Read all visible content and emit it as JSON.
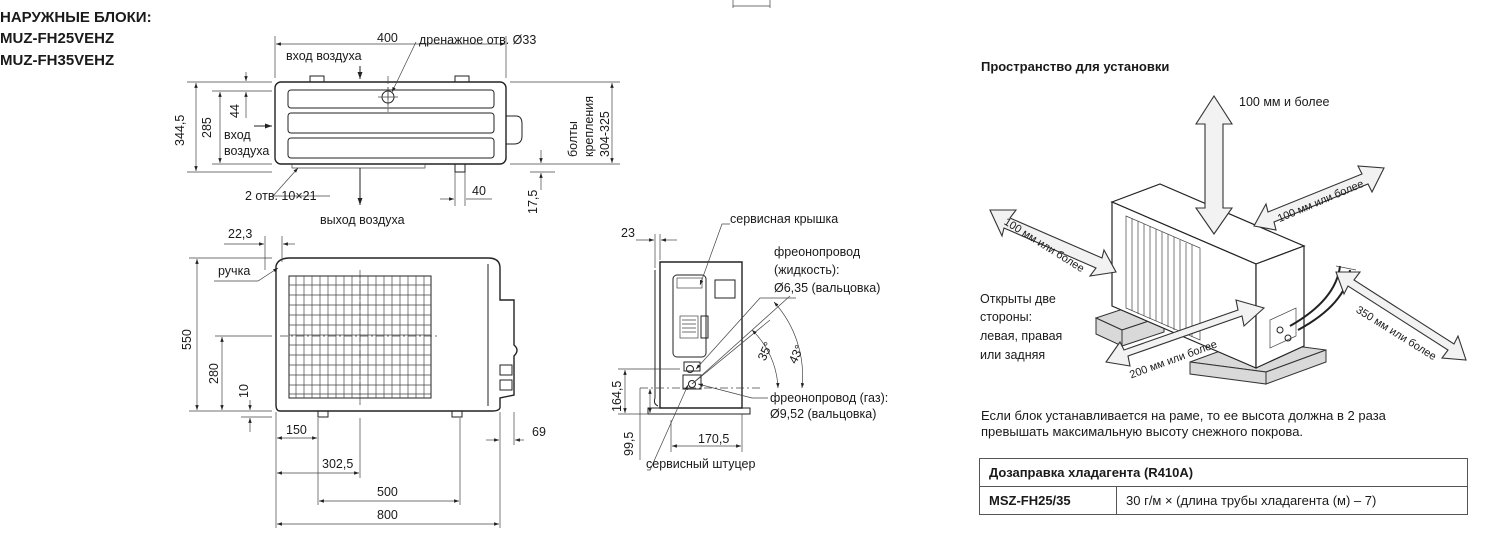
{
  "title": {
    "line1": "НАРУЖНЫЕ БЛОКИ:",
    "line2": "MUZ-FH25VEHZ",
    "line3": "MUZ-FH35VEHZ"
  },
  "top_view": {
    "width_dim": "400",
    "air_in_top": "вход воздуха",
    "drain": "дренажное  отв. Ø33",
    "dim_344": "344,5",
    "dim_285": "285",
    "dim_44": "44",
    "air_in_side_1": "вход",
    "air_in_side_2": "воздуха",
    "bolts_1": "болты",
    "bolts_2": "крепления",
    "bolts_3": "304-325",
    "holes": "2 отв. 10×21",
    "dim_40": "40",
    "dim_17": "17,5",
    "air_out": "выход воздуха"
  },
  "front_view": {
    "dim_22": "22,3",
    "handle": "ручка",
    "dim_550": "550",
    "dim_280": "280",
    "dim_10": "10",
    "dim_150": "150",
    "dim_302": "302,5",
    "dim_500": "500",
    "dim_800": "800",
    "dim_69": "69"
  },
  "side_view": {
    "dim_23": "23",
    "service_cover": "сервисная крышка",
    "liquid_1": "фреонопровод",
    "liquid_2": "(жидкость):",
    "liquid_3": "Ø6,35 (вальцовка)",
    "angle_35": "35°",
    "angle_43": "43°",
    "gas_1": "фреонопровод (газ):",
    "gas_2": "Ø9,52 (вальцовка)",
    "dim_164": "164,5",
    "dim_99": "99,5",
    "dim_170": "170,5",
    "service_port": "сервисный штуцер"
  },
  "install": {
    "heading": "Пространство для установки",
    "top": "100 мм и более",
    "left": "100 мм или более",
    "right_top": "100 мм или более",
    "front": "200 мм или более",
    "right": "350 мм или более",
    "open_1": "Открыты две",
    "open_2": "стороны:",
    "open_3": "левая, правая",
    "open_4": "или задняя",
    "note_1": "Если блок устанавливается на раме, то ее высота должна в 2 раза",
    "note_2": "превышать максимальную высоту снежного покрова."
  },
  "refrigerant": {
    "header": "Дозаправка хладагента (R410A)",
    "model": "MSZ-FH25/35",
    "formula": "30 г/м × (длина трубы хладагента (м) – 7)"
  },
  "colors": {
    "line": "#222222",
    "fill": "#d9d9d9"
  }
}
